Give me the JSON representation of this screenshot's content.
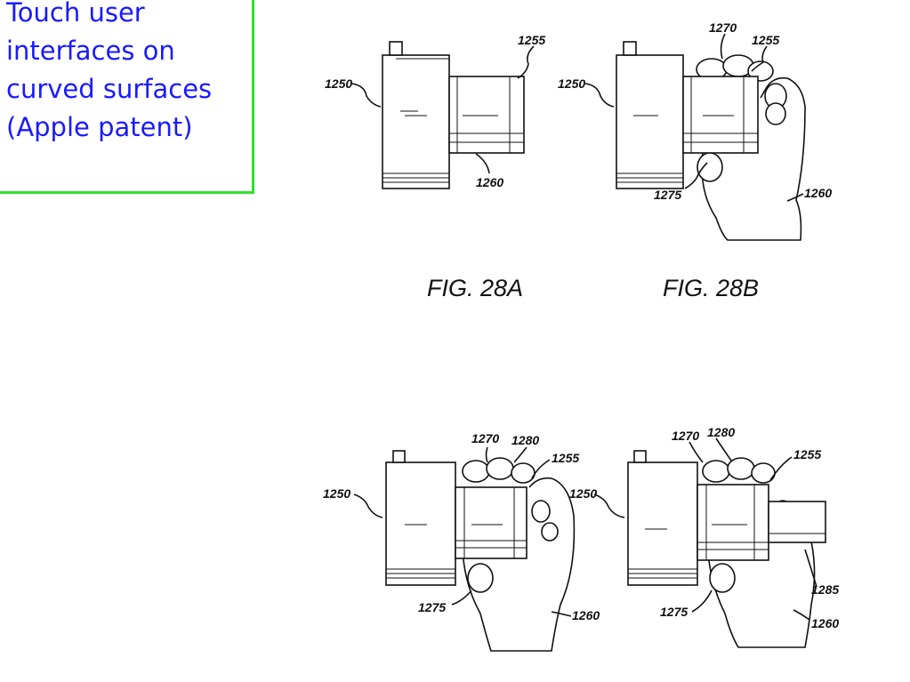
{
  "title": "Touch user\ninterfaces on\ncurved surfaces\n(Apple patent)",
  "figures": {
    "fig_a": {
      "caption": "FIG.  28A",
      "labels": {
        "device": "1250",
        "touch": "1255",
        "bottom": "1260"
      }
    },
    "fig_b": {
      "caption": "FIG.  28B",
      "labels": {
        "finger_top": "1270",
        "touch": "1255",
        "device": "1250",
        "thumb": "1275",
        "bottom": "1260"
      }
    },
    "fig_c": {
      "labels": {
        "finger_top": "1270",
        "finger_sel": "1280",
        "touch": "1255",
        "device": "1250",
        "thumb": "1275",
        "bottom": "1260"
      }
    },
    "fig_d": {
      "labels": {
        "finger_top": "1270",
        "finger_sel": "1280",
        "touch": "1255",
        "device": "1250",
        "extension": "1285",
        "thumb": "1275",
        "bottom": "1260"
      }
    }
  }
}
